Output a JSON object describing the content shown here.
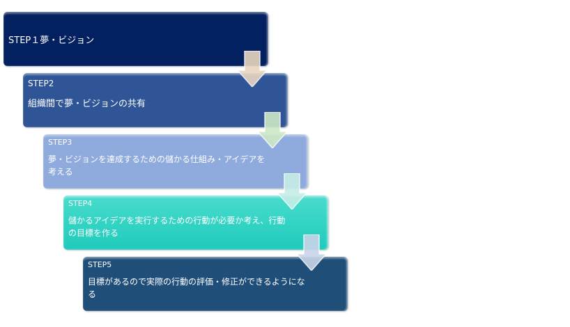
{
  "steps": [
    {
      "title": "STEP１夢・ビジョン"
    },
    {
      "label": "STEP2",
      "text": "組織間で夢・ビジョンの共有"
    },
    {
      "label": "STEP3",
      "text": "夢・ビジョンを達成するための儲かる仕組み・アイデアを考える"
    },
    {
      "label": "STEP4",
      "text": "儲かるアイデアを実行するための行動が必要か考え、行動の目標を作る"
    },
    {
      "label": "STEP5",
      "text": "目標があるので実際の行動の評価・修正ができるようになる"
    }
  ],
  "arrow_colors": [
    "#e8d5c0",
    "#cde8c5",
    "#c5ece6",
    "#c8d4e8"
  ]
}
